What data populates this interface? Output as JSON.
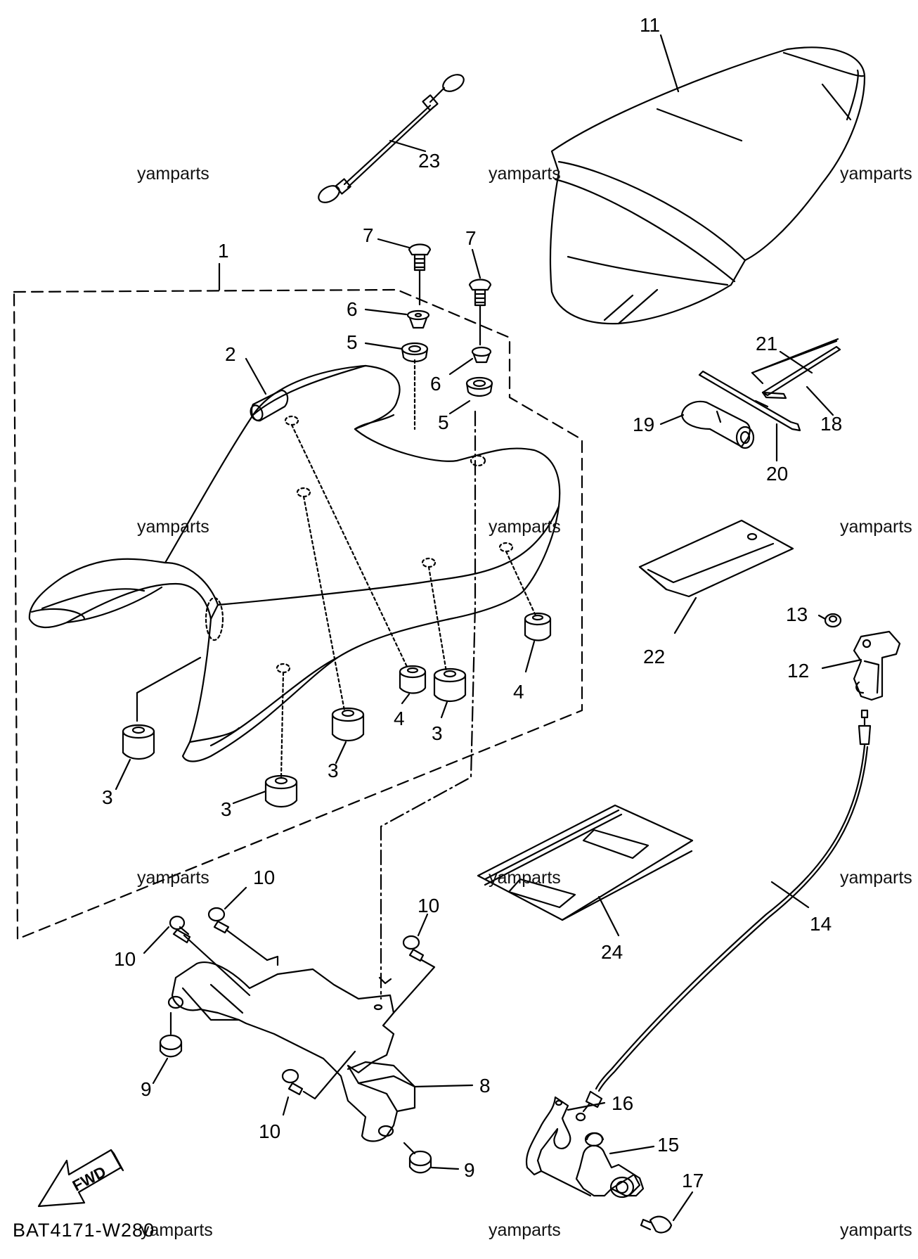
{
  "diagram": {
    "code": "BAT4171-W280",
    "watermark": "yamparts",
    "fwd_label": "FWD",
    "callouts": {
      "c1": "1",
      "c2": "2",
      "c3a": "3",
      "c3b": "3",
      "c3c": "3",
      "c3d": "3",
      "c4a": "4",
      "c4b": "4",
      "c5a": "5",
      "c5b": "5",
      "c6a": "6",
      "c6b": "6",
      "c7a": "7",
      "c7b": "7",
      "c8": "8",
      "c9a": "9",
      "c9b": "9",
      "c10a": "10",
      "c10b": "10",
      "c10c": "10",
      "c10d": "10",
      "c11": "11",
      "c12": "12",
      "c13": "13",
      "c14": "14",
      "c15": "15",
      "c16": "16",
      "c17": "17",
      "c18": "18",
      "c19": "19",
      "c20": "20",
      "c21": "21",
      "c22": "22",
      "c23": "23",
      "c24": "24"
    },
    "icons": [
      "fwd-arrow-icon"
    ]
  }
}
